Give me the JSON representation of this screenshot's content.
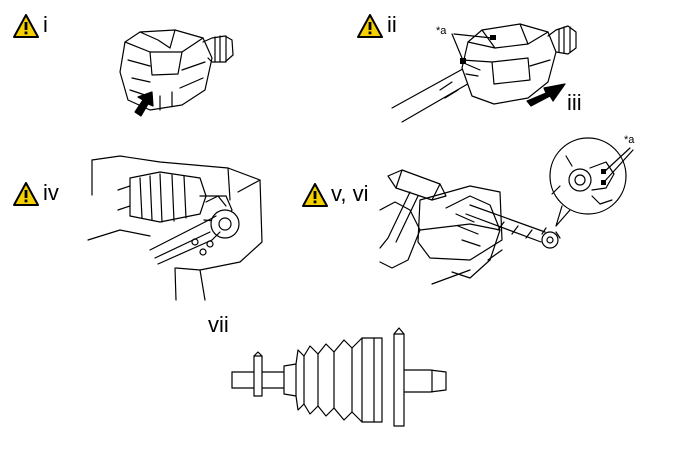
{
  "steps": [
    {
      "label": "i",
      "warning": true
    },
    {
      "label": "ii",
      "warning": true
    },
    {
      "label": "iii",
      "warning": false
    },
    {
      "label": "iv",
      "warning": true
    },
    {
      "label": "v, vi",
      "warning": true
    },
    {
      "label": "vii",
      "warning": false
    }
  ],
  "callouts": {
    "mark_a_top": "*a",
    "mark_a_right": "*a"
  },
  "icons": {
    "warning": "warning-triangle-icon"
  },
  "colors": {
    "warning_fill": "#F5D000",
    "line": "#000000"
  }
}
